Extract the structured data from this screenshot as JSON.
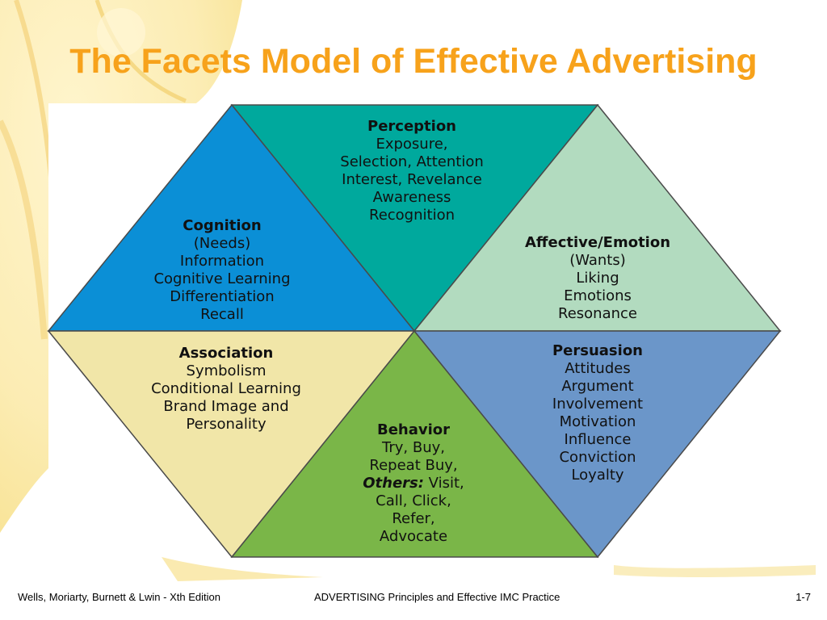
{
  "slide": {
    "title": "The Facets Model of Effective Advertising"
  },
  "colors": {
    "title": "#f7a21b",
    "perception": "#00a99d",
    "cognition": "#0b8fd6",
    "affective": "#b2dbbf",
    "association": "#f1e6a8",
    "behavior": "#7ab648",
    "persuasion": "#6b96c9"
  },
  "facets": {
    "perception": {
      "heading": "Perception",
      "lines": [
        "Exposure,",
        "Selection, Attention",
        "Interest, Revelance",
        "Awareness",
        "Recognition"
      ]
    },
    "cognition": {
      "heading": "Cognition",
      "lines": [
        "(Needs)",
        "Information",
        "Cognitive Learning",
        "Differentiation",
        "Recall"
      ]
    },
    "affective": {
      "heading": "Affective/Emotion",
      "lines": [
        "(Wants)",
        "Liking",
        "Emotions",
        "Resonance"
      ]
    },
    "association": {
      "heading": "Association",
      "lines": [
        "Symbolism",
        "Conditional Learning",
        "Brand Image and",
        "Personality"
      ]
    },
    "behavior": {
      "heading": "Behavior",
      "lines": [
        "Try, Buy,",
        "Repeat Buy,"
      ],
      "others_label": "Others:",
      "others_rest": " Visit,",
      "lines_after": [
        "Call, Click,",
        "Refer,",
        "Advocate"
      ]
    },
    "persuasion": {
      "heading": "Persuasion",
      "lines": [
        "Attitudes",
        "Argument",
        "Involvement",
        "Motivation",
        "Influence",
        "Conviction",
        "Loyalty"
      ]
    }
  },
  "footer": {
    "left": "Wells, Moriarty, Burnett & Lwin - Xth Edition",
    "center": "ADVERTISING Principles and Effective IMC Practice",
    "right": "1-7"
  }
}
